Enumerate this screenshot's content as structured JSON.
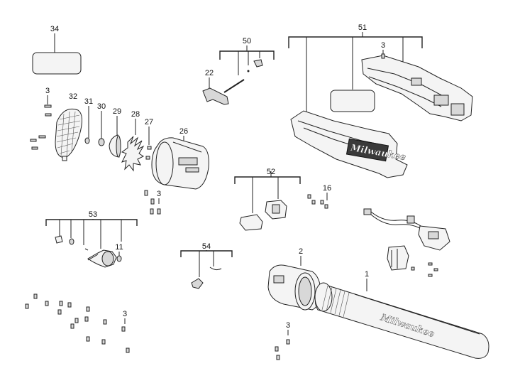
{
  "callouts": {
    "c1": "1",
    "c2": "2",
    "c3a": "3",
    "c3b": "3",
    "c3c": "3",
    "c3d": "3",
    "c3e": "3",
    "c11": "11",
    "c16": "16",
    "c22": "22",
    "c26": "26",
    "c27": "27",
    "c28": "28",
    "c29": "29",
    "c30": "30",
    "c31": "31",
    "c32": "32",
    "c34": "34",
    "c50": "50",
    "c51": "51",
    "c52": "52",
    "c53": "53",
    "c54": "54"
  },
  "brand_marks": {
    "housing": "Milwaukee",
    "tube": "Milwaukee"
  }
}
